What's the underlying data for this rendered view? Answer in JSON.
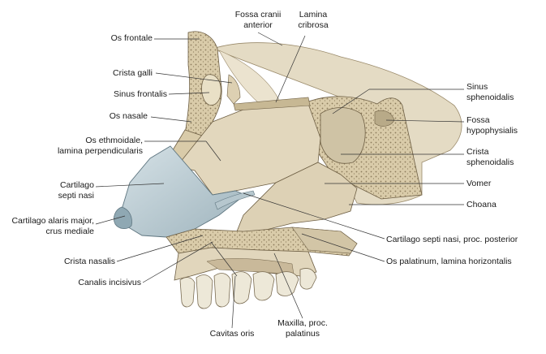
{
  "figure": {
    "labels": {
      "os_frontale": "Os frontale",
      "crista_galli": "Crista galli",
      "sinus_frontalis": "Sinus frontalis",
      "os_nasale": "Os nasale",
      "os_ethmoidale_1": "Os ethmoidale,",
      "os_ethmoidale_2": "lamina perpendicularis",
      "cartilago_septi_1": "Cartilago",
      "cartilago_septi_2": "septi nasi",
      "cartilago_alaris_1": "Cartilago alaris major,",
      "cartilago_alaris_2": "crus mediale",
      "crista_nasalis": "Crista nasalis",
      "canalis_incisivus": "Canalis incisivus",
      "cavitas_oris": "Cavitas oris",
      "maxilla_1": "Maxilla, proc.",
      "maxilla_2": "palatinus",
      "fossa_cranii_1": "Fossa cranii",
      "fossa_cranii_2": "anterior",
      "lamina_cribrosa_1": "Lamina",
      "lamina_cribrosa_2": "cribrosa",
      "sinus_sphenoidalis_1": "Sinus",
      "sinus_sphenoidalis_2": "sphenoidalis",
      "fossa_hypophysialis_1": "Fossa",
      "fossa_hypophysialis_2": "hypophysialis",
      "crista_sphenoidalis_1": "Crista",
      "crista_sphenoidalis_2": "sphenoidalis",
      "vomer": "Vomer",
      "choana": "Choana",
      "cartilago_post": "Cartilago septi nasi, proc. posterior",
      "os_palatinum": "Os palatinum, lamina horizontalis"
    },
    "colors": {
      "bone": "#dfd3b8",
      "bone_dark": "#c9b99a",
      "cartilage": "#a9bcc4",
      "cartilage_light": "#c8d6dc",
      "tooth": "#ece7d6",
      "line": "#333333"
    }
  }
}
